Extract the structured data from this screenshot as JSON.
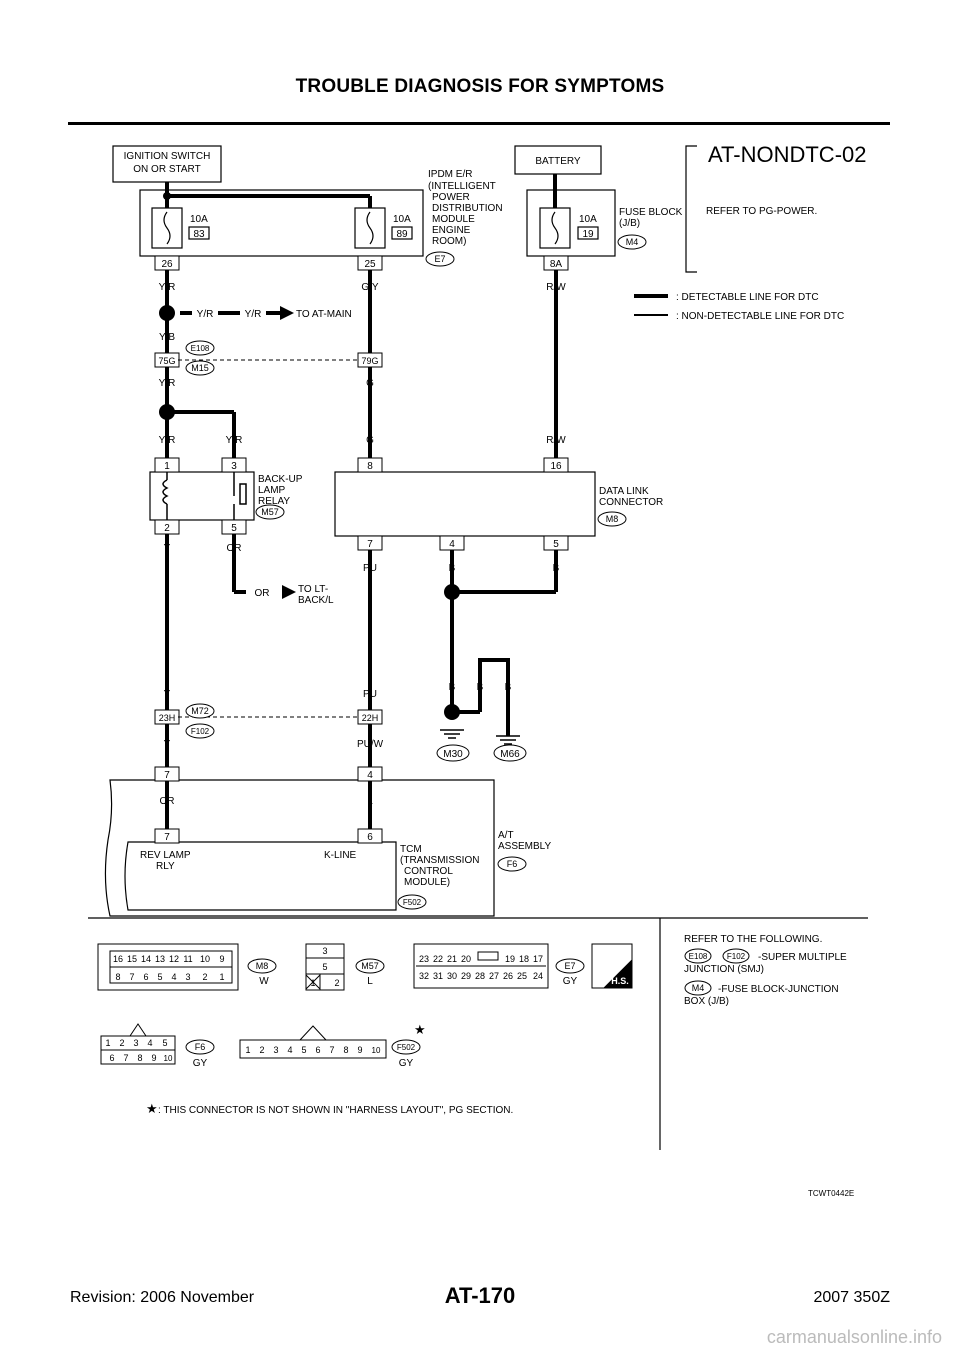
{
  "header": {
    "title": "TROUBLE DIAGNOSIS FOR SYMPTOMS"
  },
  "diagram": {
    "id": "AT-NONDTC-02",
    "refer_power": "REFER TO PG-POWER.",
    "legend": {
      "detectable": ": DETECTABLE LINE FOR DTC",
      "non_detectable": ": NON-DETECTABLE LINE FOR DTC"
    },
    "ignition_line1": "IGNITION SWITCH",
    "ignition_line2": "ON OR START",
    "battery": "BATTERY",
    "ipdm": [
      "IPDM E/R",
      "(INTELLIGENT",
      "POWER",
      "DISTRIBUTION",
      "MODULE",
      "ENGINE",
      "ROOM)"
    ],
    "fuse_block": [
      "FUSE BLOCK",
      "(J/B)"
    ],
    "fuses": [
      {
        "amp": "10A",
        "num": "83"
      },
      {
        "amp": "10A",
        "num": "89"
      },
      {
        "amp": "10A",
        "num": "19"
      }
    ],
    "pins": {
      "p26": "26",
      "p25": "25",
      "p8a": "8A",
      "p75g": "75G",
      "p79g": "79G",
      "p1": "1",
      "p3": "3",
      "p2": "2",
      "p5": "5",
      "d8": "8",
      "d16": "16",
      "d7": "7",
      "d4": "4",
      "d5": "5",
      "p23h": "23H",
      "p22h": "22H",
      "t7a": "7",
      "t4a": "4",
      "t7b": "7",
      "t6b": "6"
    },
    "connectors": {
      "e7": "E7",
      "m4": "M4",
      "e108": "E108",
      "m15": "M15",
      "m57": "M57",
      "m8": "M8",
      "m72": "M72",
      "f102": "F102",
      "m30": "M30",
      "m66": "M66",
      "f6": "F6",
      "f502": "F502"
    },
    "wires": {
      "yr": "Y/R",
      "gy": "G/Y",
      "rw": "R/W",
      "yb": "Y/B",
      "g": "G",
      "y": "Y",
      "or": "OR",
      "pu": "PU",
      "b": "B",
      "puw": "PU/W",
      "l": "L"
    },
    "to_at_main": "TO AT-MAIN",
    "to_lt": [
      "TO LT-",
      "BACK/L"
    ],
    "relay": [
      "BACK-UP",
      "LAMP",
      "RELAY"
    ],
    "dlc": [
      "DATA LINK",
      "CONNECTOR"
    ],
    "tcm": [
      "TCM",
      "(TRANSMISSION",
      "CONTROL",
      "MODULE)"
    ],
    "at_assembly": [
      "A/T",
      "ASSEMBLY"
    ],
    "rev_lamp": [
      "REV LAMP",
      "RLY"
    ],
    "k_line": "K-LINE",
    "refer_following": "REFER TO THE FOLLOWING.",
    "smj_note": [
      "-SUPER MULTIPLE",
      "JUNCTION (SMJ)"
    ],
    "jb_note": [
      "-FUSE BLOCK-JUNCTION",
      "BOX (J/B)"
    ],
    "star_note": ": THIS CONNECTOR IS NOT SHOWN IN \"HARNESS LAYOUT\", PG SECTION.",
    "connector_views": {
      "m8_top": [
        "16",
        "15",
        "14",
        "13",
        "12",
        "11",
        "10",
        "9"
      ],
      "m8_bottom": [
        "8",
        "7",
        "6",
        "5",
        "4",
        "3",
        "2",
        "1"
      ],
      "m8_color": "W",
      "m57_pins": [
        "3",
        "5",
        "1",
        "2"
      ],
      "m57_color": "L",
      "e7_top": [
        "23",
        "22",
        "21",
        "20",
        "19",
        "18",
        "17"
      ],
      "e7_bottom": [
        "32",
        "31",
        "30",
        "29",
        "28",
        "27",
        "26",
        "25",
        "24"
      ],
      "e7_color": "GY",
      "hs_label": "H.S.",
      "f6_top": [
        "1",
        "2",
        "3",
        "4",
        "5"
      ],
      "f6_bottom": [
        "6",
        "7",
        "8",
        "9",
        "10"
      ],
      "f6_color": "GY",
      "f502_pins": [
        "1",
        "2",
        "3",
        "4",
        "5",
        "6",
        "7",
        "8",
        "9",
        "10"
      ],
      "f502_color": "GY"
    },
    "figure_code": "TCWT0442E"
  },
  "footer": {
    "revision": "Revision: 2006 November",
    "page": "AT-170",
    "model": "2007 350Z"
  },
  "watermark": "carmanualsonline.info"
}
